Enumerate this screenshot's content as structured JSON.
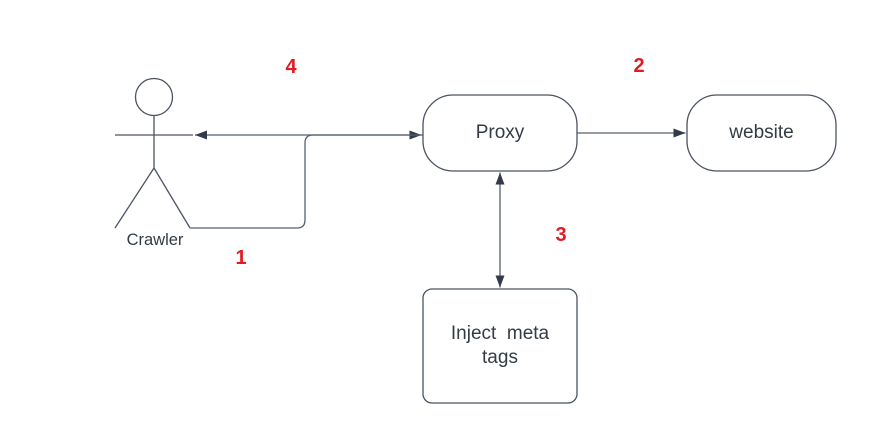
{
  "diagram": {
    "type": "flow-diagram",
    "background": "#ffffff",
    "nodes": {
      "crawler": {
        "label": "Crawler",
        "shape": "actor"
      },
      "proxy": {
        "label": "Proxy",
        "shape": "rounded-pill"
      },
      "website": {
        "label": "website",
        "shape": "rounded-pill"
      },
      "inject": {
        "label": "Inject  meta\ntags",
        "shape": "rounded-rectangle"
      }
    },
    "steps": {
      "s1": {
        "label": "1"
      },
      "s2": {
        "label": "2"
      },
      "s3": {
        "label": "3"
      },
      "s4": {
        "label": "4"
      }
    },
    "edges": [
      {
        "step": "1",
        "from": "crawler",
        "to": "proxy",
        "arrows": "end"
      },
      {
        "step": "2",
        "from": "proxy",
        "to": "website",
        "arrows": "end"
      },
      {
        "step": "3",
        "from": "proxy",
        "to": "inject",
        "arrows": "both"
      },
      {
        "step": "4",
        "from": "proxy",
        "to": "crawler",
        "arrows": "end"
      }
    ],
    "colors": {
      "shape_stroke": "#4c5561",
      "edge_stroke": "#566070",
      "arrow_fill": "#323b47",
      "text": "#343b45",
      "step_red": "#e01b24"
    }
  }
}
